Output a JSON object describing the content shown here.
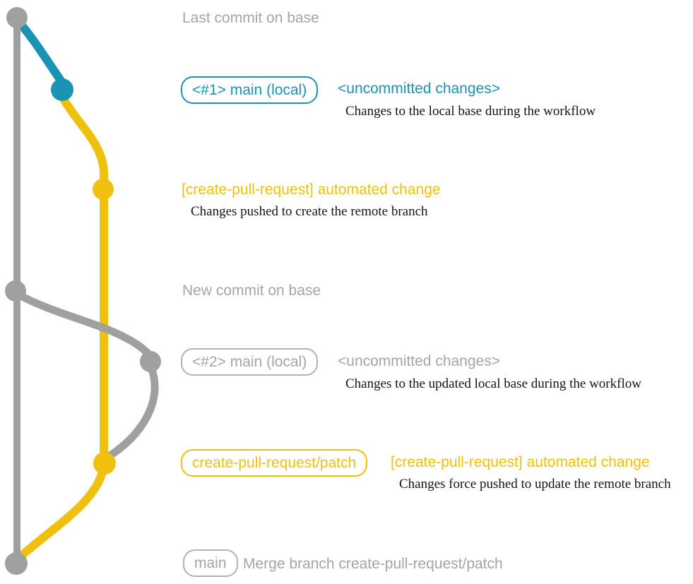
{
  "colors": {
    "gray": "#a0a0a0",
    "gray-text": "#a5a5a5",
    "gray-border": "#b3b3b3",
    "blue": "#1b93b4",
    "yellow": "#f0c00e",
    "caption": "#141414"
  },
  "rows": {
    "last_commit": {
      "text": "Last commit on base"
    },
    "branch1": {
      "badge": "<#1> main (local)",
      "status": "<uncommitted changes>",
      "caption": "Changes to the local base during the workflow"
    },
    "commit1": {
      "message": "[create-pull-request] automated change",
      "caption": "Changes pushed to create the remote branch"
    },
    "new_commit": {
      "text": "New commit on base"
    },
    "branch2": {
      "badge": "<#2> main (local)",
      "status": "<uncommitted changes>",
      "caption": "Changes to the updated local base during the workflow"
    },
    "commit2": {
      "badge": "create-pull-request/patch",
      "message": "[create-pull-request] automated change",
      "caption": "Changes force pushed to update the remote branch"
    },
    "merge": {
      "badge": "main",
      "message": "Merge branch create-pull-request/patch"
    }
  }
}
